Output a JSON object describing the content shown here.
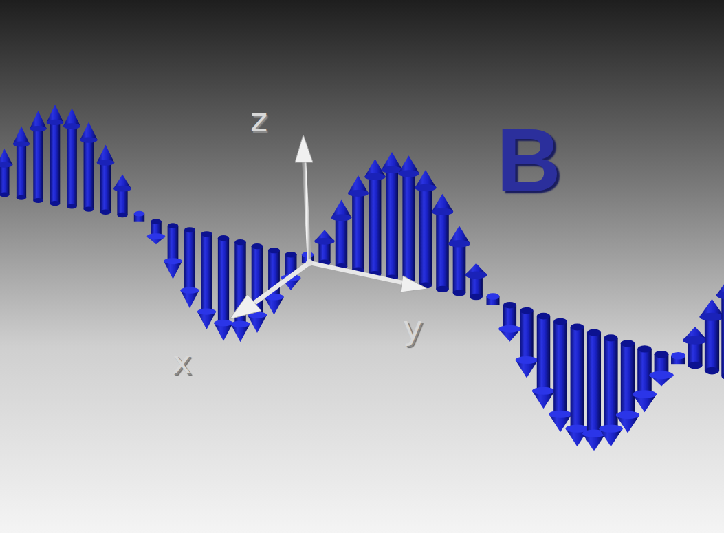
{
  "diagram": {
    "labels": [
      "z",
      "y",
      "x",
      "B"
    ]
  }
}
